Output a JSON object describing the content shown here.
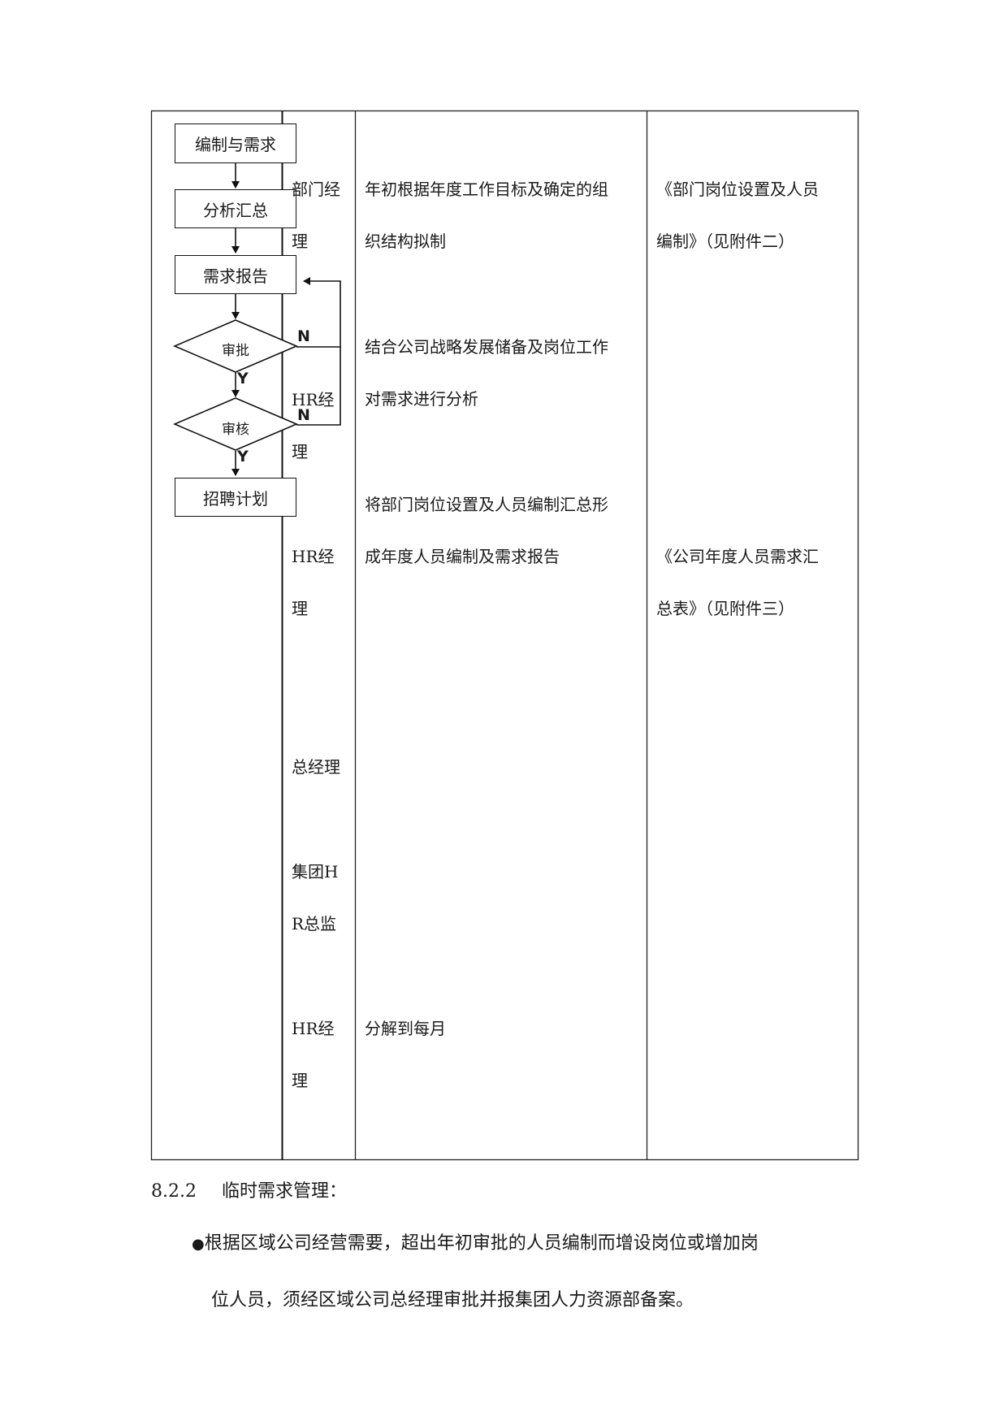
{
  "flowchart": {
    "nodes": {
      "bianzhi": "编制与需求",
      "fenxi": "分析汇总",
      "xuqiu": "需求报告",
      "shenpi": "审批",
      "shenhe": "审核",
      "zhaopin": "招聘计划"
    },
    "labels": {
      "n1": "N",
      "y1": "Y",
      "n2": "N",
      "y2": "Y"
    }
  },
  "roles": [
    {
      "line1": "部门经",
      "line2": "理"
    },
    {
      "line1": "HR经",
      "line2": "理"
    },
    {
      "line1": "HR经",
      "line2": "理"
    },
    {
      "line1": "总经理"
    },
    {
      "line1": "集团H",
      "line2": "R总监"
    },
    {
      "line1": "HR经",
      "line2": "理"
    }
  ],
  "descriptions": [
    {
      "line1": "年初根据年度工作目标及确定的组",
      "line2": "织结构拟制"
    },
    {
      "line1": "结合公司战略发展储备及岗位工作",
      "line2": "对需求进行分析"
    },
    {
      "line1": "将部门岗位设置及人员编制汇总形",
      "line2": "成年度人员编制及需求报告"
    },
    {
      "line1": "分解到每月"
    }
  ],
  "documents": [
    {
      "line1": "《部门岗位设置及人员",
      "line2": "编制》（见附件二）"
    },
    {
      "line1": "《公司年度人员需求汇",
      "line2": "总表》（见附件三）"
    }
  ],
  "section": {
    "number": "8.2.2",
    "title": "临时需求管理：",
    "bullet": "●",
    "para_line1": "根据区域公司经营需要，超出年初审批的人员编制而增设岗位或增加岗",
    "para_line2": "位人员，须经区域公司总经理审批并报集团人力资源部备案。"
  }
}
